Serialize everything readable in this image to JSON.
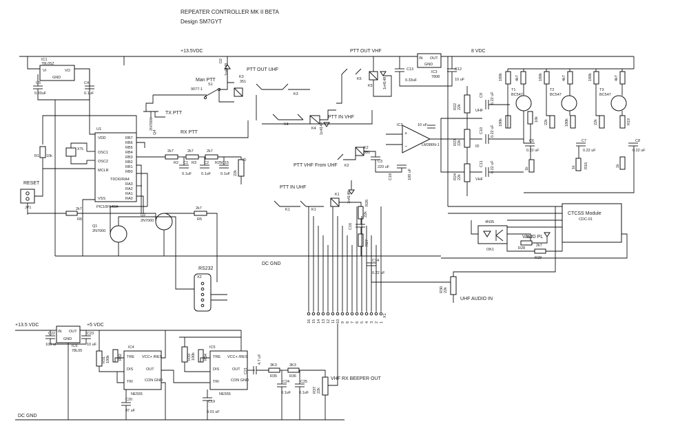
{
  "header": {
    "title": "REPEATER CONTROLLER MK II   BETA",
    "designer": "Design SM7GYT"
  },
  "rails": {
    "v_in": "+13.5VDC",
    "ptt_out_vhf": "PTT OUT VHF",
    "v8": "8 VDC",
    "ptt_out_uhf": "PTT OUT UHF",
    "tx_ptt": "TX PTT",
    "rx_ptt": "RX PTT",
    "ptt_in_vhf": "PTT IN VHF",
    "ptt_vhf_from_uhf": "PTT VHF From UHF",
    "ptt_in_uhf": "PTT IN UHF",
    "dc_gnd": "DC GND",
    "dc_gnd_bottom": "DC GND",
    "rs232": "RS232",
    "reset": "RESET",
    "man_ptt": "Man PTT",
    "uhf_audio_in": "UHF AUDIO IN",
    "valid_pl": "VALID PL",
    "vhf_rx_beeper_out": "VHF RX BEEPER OUT",
    "v_in_bottom": "+13.5 VDC",
    "v5": "+5 VDC"
  },
  "ics": {
    "ic1": {
      "ref": "IC1",
      "part": "78L05Z",
      "pins": [
        "VI",
        "VO",
        "GND"
      ]
    },
    "u1": {
      "ref": "U1",
      "part": "PIC16F648A",
      "left_pins": [
        "VDD",
        "OSC1",
        "OSC2",
        "MCLR",
        "VSS"
      ],
      "right_pins": [
        "RB7",
        "RB6",
        "RB5",
        "RB4",
        "RB3",
        "RB2",
        "RB1",
        "RB0",
        "T0CKI/RA4",
        "RA3",
        "RA2",
        "RA1",
        "RA0"
      ]
    },
    "ic2": {
      "ref": "IC2",
      "part": "LM386N-1"
    },
    "ic3": {
      "ref": "IC3",
      "part": "7808",
      "pins": [
        "IN",
        "OUT",
        "GND"
      ]
    },
    "ic4": {
      "ref": "IC4",
      "part": "NE555",
      "pins": [
        "TRE",
        "VCC+ /RES",
        "DIS",
        "OUT",
        "TRI",
        "CON GND"
      ]
    },
    "ic5": {
      "ref": "IC5",
      "part": "NE555",
      "pins": [
        "TRE",
        "VCC+ /RES",
        "DIS",
        "OUT",
        "TRI",
        "CON GND"
      ]
    },
    "ic6": {
      "ref": "IC6",
      "part": "78L05",
      "pins": [
        "IN",
        "OUT",
        "GND"
      ]
    },
    "ctcss": {
      "name": "CTCSS Module",
      "part": "CDC-01"
    },
    "ok1": {
      "ref": "OK1",
      "part": "4N35"
    }
  },
  "transistors": {
    "q1": {
      "ref": "Q1",
      "part": "2N7000"
    },
    "q2": {
      "ref": "Q2",
      "part": "2N7000"
    },
    "q4": {
      "ref": "Q4",
      "part": "2N7000"
    },
    "t1": {
      "ref": "T1",
      "part": "BC547"
    },
    "t2": {
      "ref": "T2",
      "part": "BC547"
    },
    "t3": {
      "ref": "T3",
      "part": "BC547"
    }
  },
  "relays": [
    "K1",
    "K2",
    "K3",
    "K4",
    "K5"
  ],
  "connectors": {
    "jp1": "JP1",
    "x1": "X1",
    "x2": "X2",
    "xtl": "XTL"
  },
  "labels": {
    "r1": "R1",
    "r1v": "10k",
    "c5": "C5",
    "c5v": "0.33uF",
    "c4": "C4",
    "c4v": "0.1uF",
    "r6": "R6",
    "r6v": "2k7",
    "r2": "R2",
    "r3": "R3",
    "r5": "R5",
    "r2k7": "2k7",
    "c1": "C1",
    "c2": "C2",
    "c15": "C15",
    "c01": "0.1uF",
    "r25": "R25",
    "r25v": "22k",
    "id": "ID",
    "c13": "C13",
    "c13v": "0.33uF",
    "c12": "C12",
    "c12v": "10 uF",
    "d2": "D2",
    "d2v": "1n4148",
    "k3v": "351",
    "dv": "1n4148",
    "k2v": "351",
    "c3": "C3",
    "c3v": "220 uF",
    "c18": "C18",
    "c18v": "100 uF",
    "r22": "R22",
    "r23": "R23",
    "r24": "R24",
    "r22k": "22k",
    "c9": "C9",
    "c10": "C10",
    "c11": "C11",
    "c22uf": "0.22 uF",
    "uhf": "UHF",
    "vhf": "VHF",
    "c6": "C6",
    "c7": "C7",
    "c8": "C8",
    "r180k": "180k",
    "r4k7": "4k7",
    "r10k": "10k",
    "r1k": "1k",
    "r16": "R16",
    "r19": "R19",
    "r26": "R26",
    "r27": "R27",
    "c14": "C14",
    "c16": "C16",
    "c14v": "0.22 uF",
    "r28": "R28",
    "r29": "R29",
    "r30": "R30",
    "r30v": "22k",
    "c22": "C22",
    "c22v": "100 uF",
    "c23": "C23",
    "c23v": "10 uF",
    "c20": "C20",
    "c20v": "47 uF",
    "c19": "C19",
    "c19v": "0.01 uF",
    "c21": "C21",
    "c21v": "4.7 uF",
    "r35": "R35",
    "r36": "R36",
    "r3k3": "3K3",
    "c24": "C24",
    "c25": "C25",
    "c24v": "0.1uF",
    "r37": "R37",
    "r37v": "22k",
    "r32": "R32",
    "r33": "R33",
    "r34": "R34",
    "r31": "R31",
    "r100k": "100k",
    "r47k": "47k",
    "manptt_ref": "9077-1",
    "s1": "S1",
    "x1pins": [
      "16",
      "15",
      "14",
      "13",
      "12",
      "11",
      "10",
      "9",
      "8",
      "7",
      "6",
      "5",
      "4",
      "3",
      "2",
      "1"
    ]
  }
}
